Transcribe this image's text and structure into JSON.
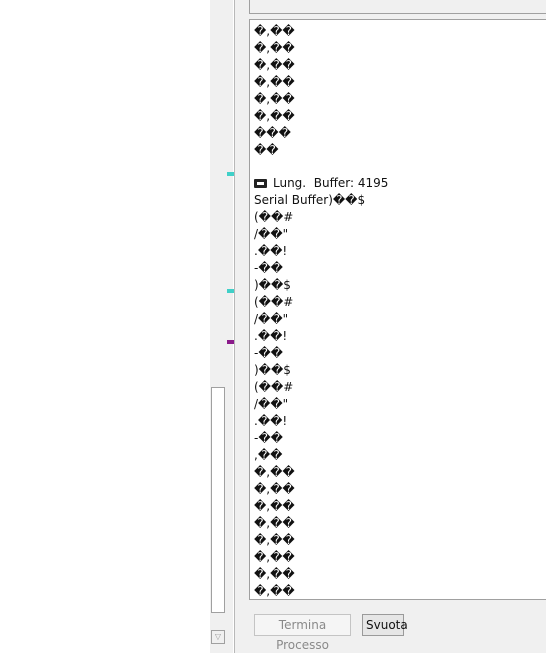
{
  "log": {
    "lines": [
      "�,��",
      "�,��",
      "�,��",
      "�,��",
      "�,��",
      "�,��",
      "���",
      "��",
      "",
      "__BUFFER__",
      "Serial Buffer)��$",
      "(��#",
      "/��\"",
      ".��!",
      "-��",
      ")��$",
      "(��#",
      "/��\"",
      ".��!",
      "-��",
      ")��$",
      "(��#",
      "/��\"",
      ".��!",
      "-��",
      ",��",
      "�,��",
      "�,��",
      "�,��",
      "�,��",
      "�,��",
      "�,��",
      "�,��",
      "�,��"
    ],
    "buffer_line": {
      "icon": "buffer-icon",
      "text": "Lung.  Buffer: 4195"
    }
  },
  "buttons": {
    "terminate_label": "Termina Processo",
    "clear_label": "Svuota"
  },
  "gutter": {
    "arrow_glyph": "▽",
    "marker_colors": [
      "#40d0c8",
      "#40d0c8",
      "#8a1a8a"
    ]
  }
}
